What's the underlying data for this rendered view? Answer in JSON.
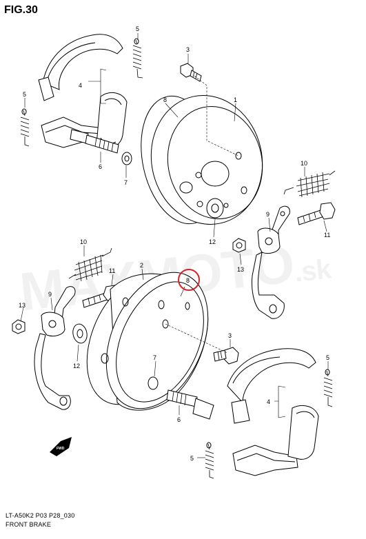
{
  "figure": {
    "title": "FIG.30",
    "footer_code": "LT-A50K2 P03 P28_030",
    "footer_name": "FRONT BRAKE",
    "watermark": "MAXMOTO",
    "watermark_suffix": ".sk",
    "highlight_color": "#d2232a"
  },
  "callouts": {
    "c5_top": "5",
    "c5_left": "5",
    "c4_top": "4",
    "c6_top": "6",
    "c7_top": "7",
    "c3_top": "3",
    "c8_top": "8",
    "c1": "1",
    "c10_right": "10",
    "c9_right": "9",
    "c11_right": "11",
    "c12_top": "12",
    "c13_right": "13",
    "c10_left": "10",
    "c2": "2",
    "c8_bottom": "8",
    "c11_left": "11",
    "c9_left": "9",
    "c13_left": "13",
    "c12_bottom": "12",
    "c7_bottom": "7",
    "c3_bottom": "3",
    "c5_right": "5",
    "c4_bottom": "4",
    "c6_bottom": "6",
    "c5_bottom": "5",
    "fwd": "FWD"
  }
}
